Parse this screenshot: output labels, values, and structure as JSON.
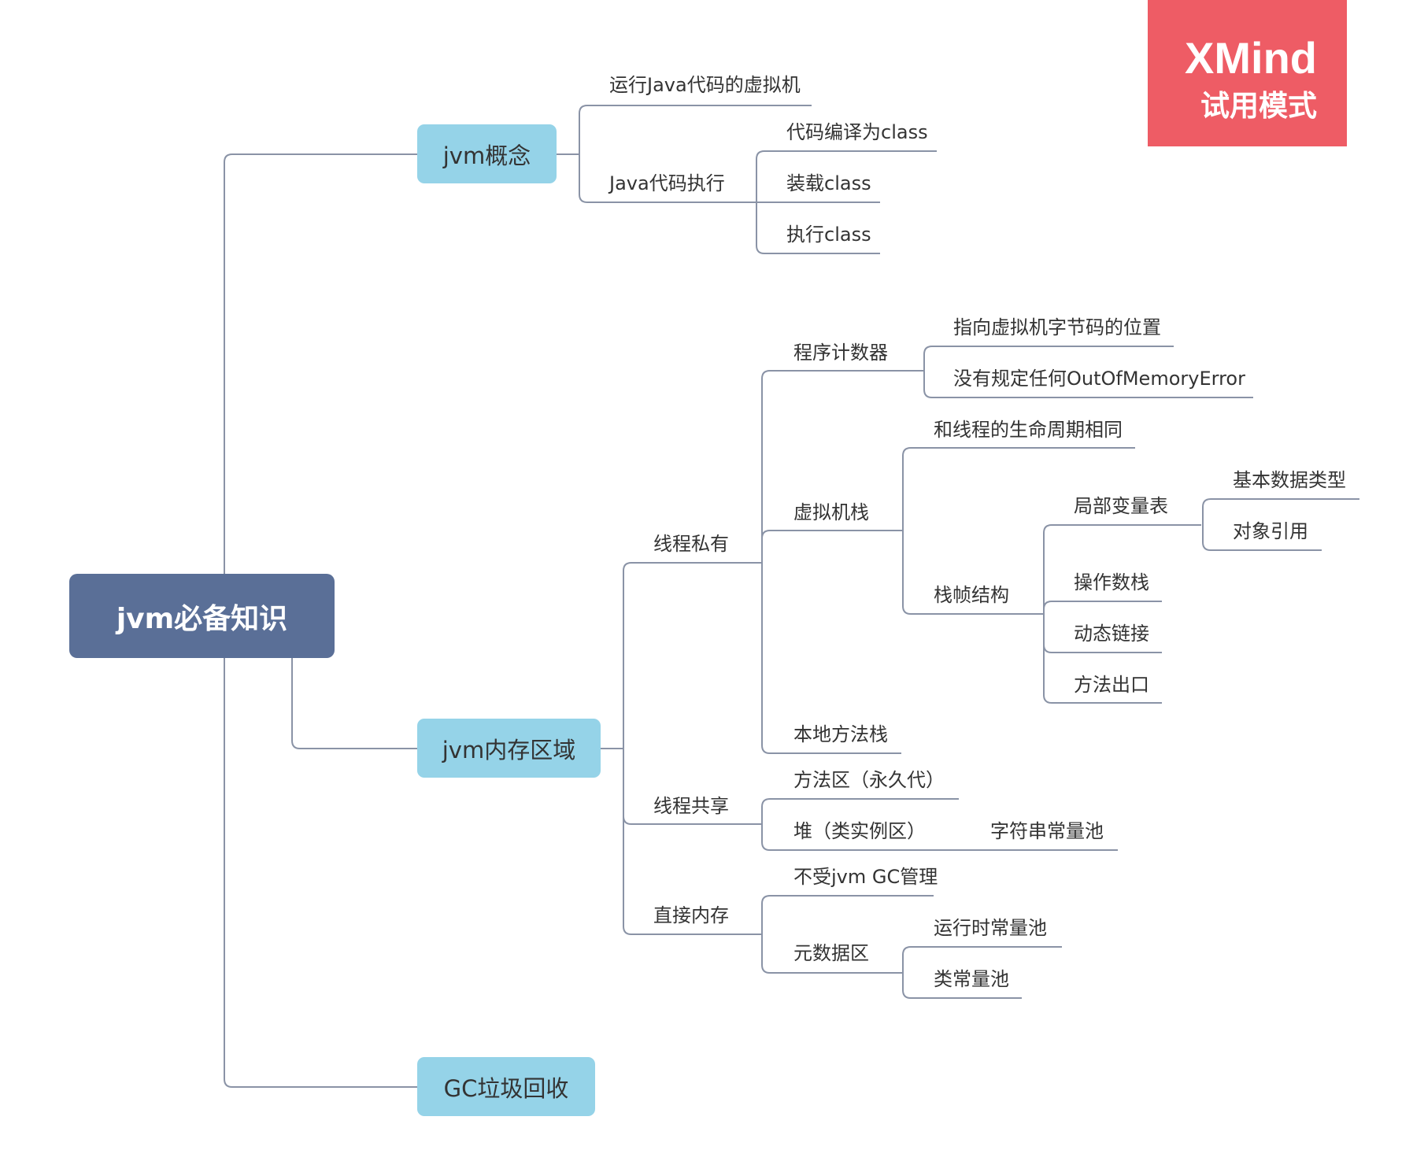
{
  "root": {
    "label": "jvm必备知识"
  },
  "branches": [
    {
      "label": "jvm概念",
      "children": [
        {
          "label": "运行Java代码的虚拟机"
        },
        {
          "label": "Java代码执行",
          "children": [
            {
              "label": "代码编译为class"
            },
            {
              "label": "装载class"
            },
            {
              "label": "执行class"
            }
          ]
        }
      ]
    },
    {
      "label": "jvm内存区域",
      "children": [
        {
          "label": "线程私有",
          "children": [
            {
              "label": "程序计数器",
              "children": [
                {
                  "label": "指向虚拟机字节码的位置"
                },
                {
                  "label": "没有规定任何OutOfMemoryError"
                }
              ]
            },
            {
              "label": "虚拟机栈",
              "children": [
                {
                  "label": "和线程的生命周期相同"
                },
                {
                  "label": "栈帧结构",
                  "children": [
                    {
                      "label": "局部变量表",
                      "children": [
                        {
                          "label": "基本数据类型"
                        },
                        {
                          "label": "对象引用"
                        }
                      ]
                    },
                    {
                      "label": "操作数栈"
                    },
                    {
                      "label": "动态链接"
                    },
                    {
                      "label": "方法出口"
                    }
                  ]
                }
              ]
            },
            {
              "label": "本地方法栈"
            }
          ]
        },
        {
          "label": "线程共享",
          "children": [
            {
              "label": "方法区（永久代）"
            },
            {
              "label": "堆（类实例区）",
              "children": [
                {
                  "label": "字符串常量池"
                }
              ]
            }
          ]
        },
        {
          "label": "直接内存",
          "children": [
            {
              "label": "不受jvm GC管理"
            },
            {
              "label": "元数据区",
              "children": [
                {
                  "label": "运行时常量池"
                },
                {
                  "label": "类常量池"
                }
              ]
            }
          ]
        }
      ]
    },
    {
      "label": "GC垃圾回收"
    }
  ],
  "watermark": {
    "title": "XMind",
    "subtitle": "试用模式"
  },
  "colors": {
    "root": "#5a6f97",
    "branch": "#95d3e8",
    "line": "#8a93a6",
    "watermark": "#ee5c65"
  }
}
